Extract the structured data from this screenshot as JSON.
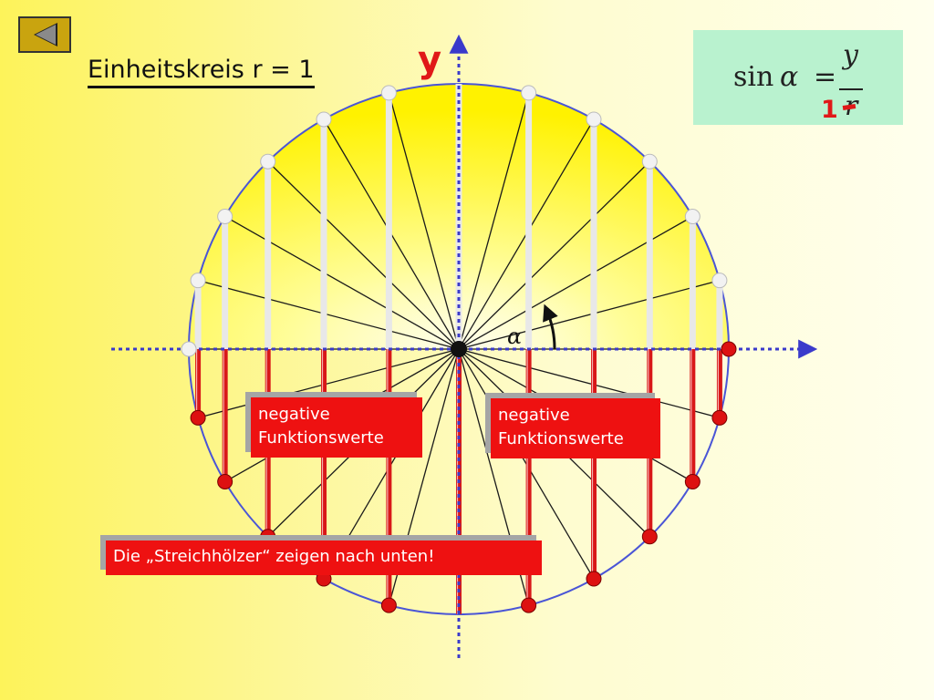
{
  "nav": {
    "back_icon": "triangle-left-icon"
  },
  "title": "Einheitskreis r = 1",
  "axis": {
    "y_label": "y",
    "angle_label": "α"
  },
  "formula": {
    "function": "sin",
    "variable": "α",
    "equals": "=",
    "numerator": "y",
    "denominator": "r",
    "replacement": "1"
  },
  "notes": {
    "left": "negative Funktionswerte",
    "right": "negative Funktionswerte",
    "bottom": "Die „Streichhölzer“ zeigen nach unten!"
  },
  "diagram": {
    "angles_deg": [
      0,
      15,
      30,
      45,
      60,
      75,
      90,
      105,
      120,
      135,
      150,
      165,
      180,
      195,
      210,
      225,
      240,
      255,
      270,
      285,
      300,
      315,
      330,
      345
    ],
    "radius": 1,
    "colors": {
      "upper_fill": "#ffff33",
      "circle": "#4a55d6",
      "axis": "#3a3acb",
      "upper_stick": "#e8e8e8",
      "lower_stick": "#d81818",
      "lower_point": "#dd1111",
      "upper_point": "#f2f2f2",
      "radial": "#1a1a1a"
    }
  }
}
